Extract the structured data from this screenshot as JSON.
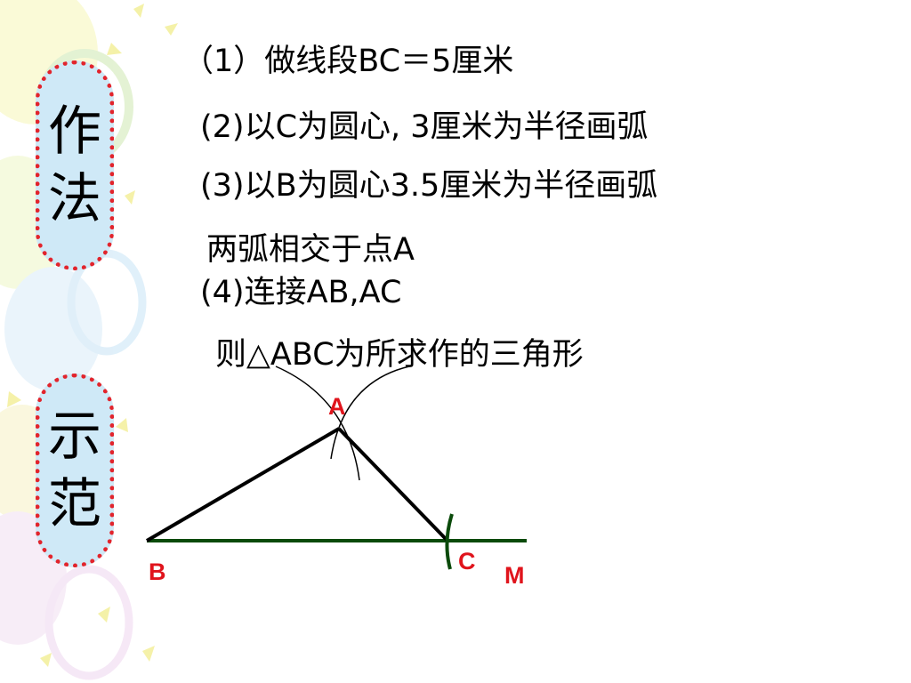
{
  "side_labels": {
    "method": [
      "作",
      "法"
    ],
    "demo": [
      "示",
      "范"
    ]
  },
  "steps": [
    "（1）做线段BC＝5厘米",
    "(2)以C为圆心, 3厘米为半径画弧",
    "(3)以B为圆心3.5厘米为半径画弧",
    "两弧相交于点A",
    "(4)连接AB,AC",
    "则△ABC为所求作的三角形"
  ],
  "figure": {
    "point_labels": {
      "A": "A",
      "B": "B",
      "C": "C",
      "M": "M"
    },
    "colors": {
      "ray": "#0a4a0a",
      "triangle": "#000000",
      "arc": "#000000",
      "labels": "#e0141c"
    }
  },
  "theme": {
    "pill_fill": "#cfe9f7",
    "pill_border": "#e2242c"
  }
}
